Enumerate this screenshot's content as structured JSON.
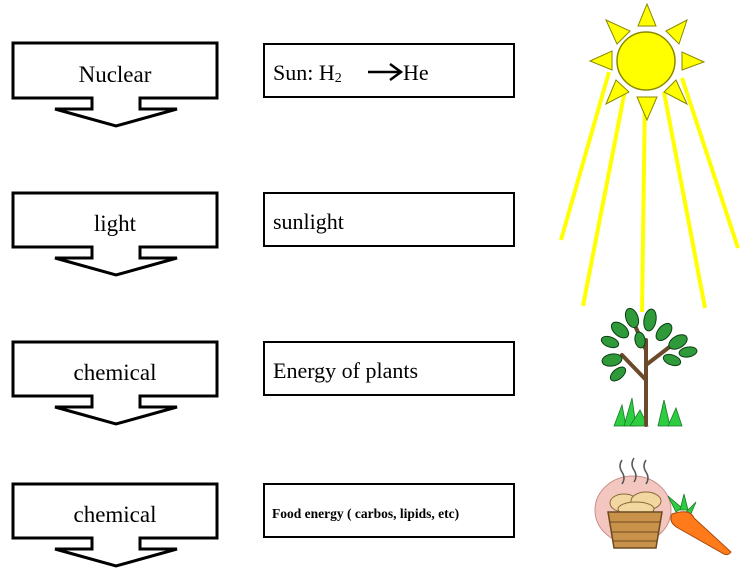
{
  "energy_forms": [
    {
      "label": "Nuclear"
    },
    {
      "label": "light"
    },
    {
      "label": "chemical"
    },
    {
      "label": "chemical"
    }
  ],
  "sources": [
    {
      "text": "Sun: H",
      "sub": "2",
      "after": "He"
    },
    {
      "text": "sunlight"
    },
    {
      "text": "Energy of plants"
    },
    {
      "text": "Food energy ( carbos, lipids, etc)"
    }
  ],
  "icons": {
    "sun": "sun-icon",
    "tree": "tree-icon",
    "food": "food-basket-icon"
  },
  "colors": {
    "sun_fill": "#ffff00",
    "sun_stroke": "#8a8a00",
    "ray": "#ffff00",
    "leaf": "#2e9a3a",
    "trunk": "#6b4a2b",
    "carrot": "#ff7a1a",
    "basket": "#b07a3a"
  }
}
